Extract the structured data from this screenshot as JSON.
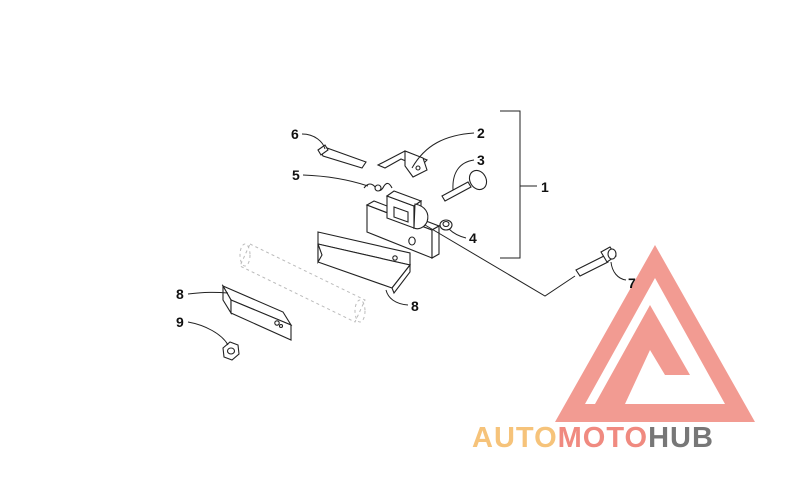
{
  "diagram": {
    "callouts": [
      "1",
      "2",
      "3",
      "4",
      "5",
      "6",
      "7",
      "8",
      "8",
      "9"
    ]
  },
  "watermark": {
    "word_part1": "AUTO",
    "word_part2": "MOTO",
    "word_part3": "HUB",
    "color_part1": "#f6c37a",
    "color_part2": "#f08a80",
    "color_part3": "#777777",
    "triangle_color": "#f08a80"
  }
}
